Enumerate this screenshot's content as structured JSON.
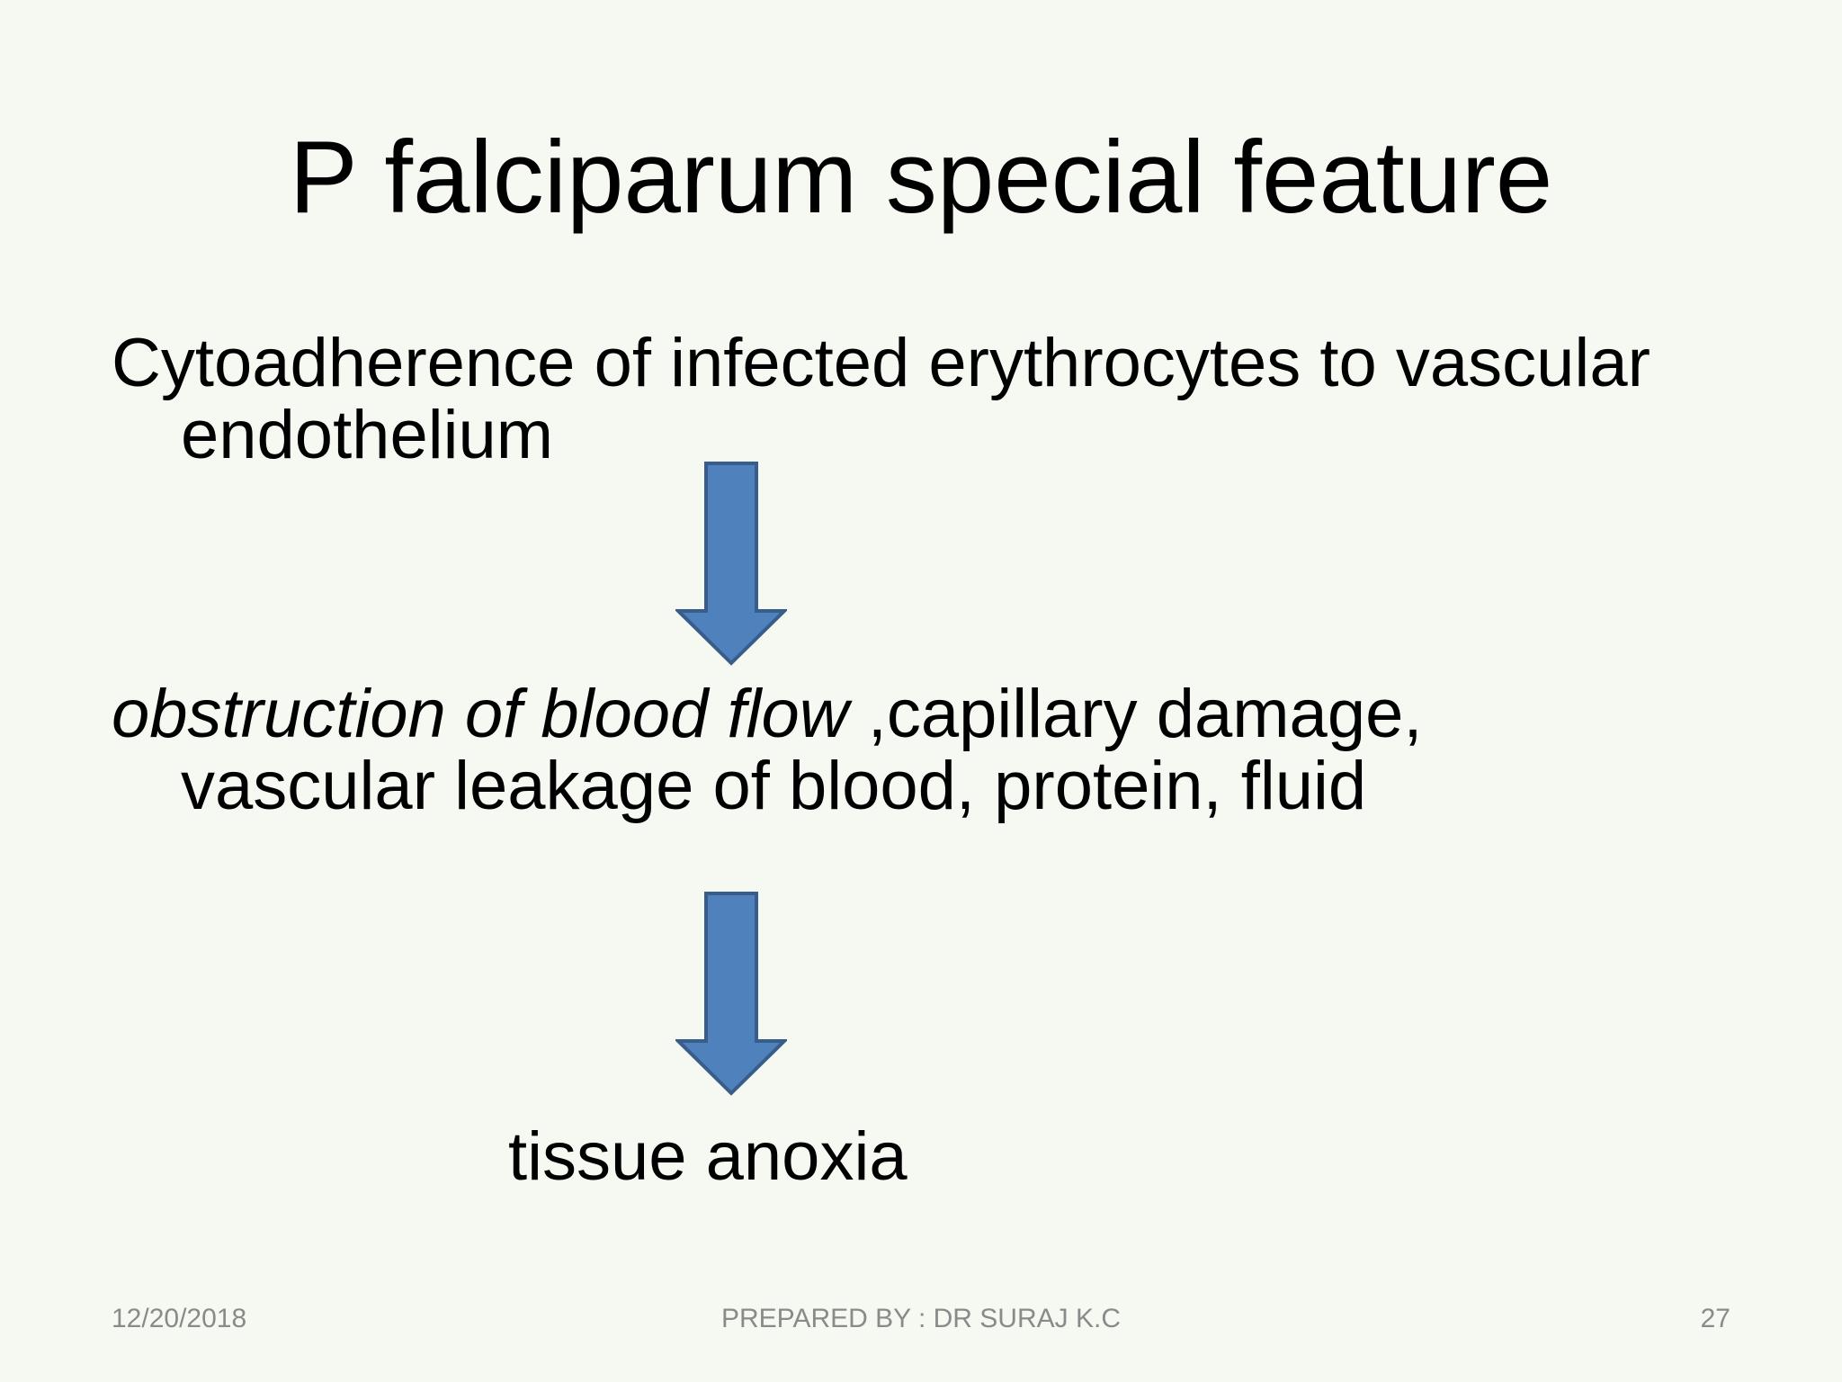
{
  "slide": {
    "title": "P falciparum special feature",
    "step1": {
      "line1": "Cytoadherence of infected erythrocytes to vascular",
      "line2": "endothelium"
    },
    "step2": {
      "italic": "obstruction of blood flow ",
      "rest": ",capillary damage,",
      "line2": "vascular leakage of blood, protein, fluid"
    },
    "step3": "tissue anoxia",
    "footer": {
      "date": "12/20/2018",
      "author": "PREPARED BY : DR SURAJ K.C",
      "page_number": "27"
    },
    "colors": {
      "background": "#f5f9f1",
      "arrow_fill": "#4f81bd",
      "arrow_stroke": "#385d8a",
      "footer_text": "#8a8a8a"
    },
    "icons": [
      "down-arrow-icon",
      "down-arrow-icon"
    ]
  }
}
